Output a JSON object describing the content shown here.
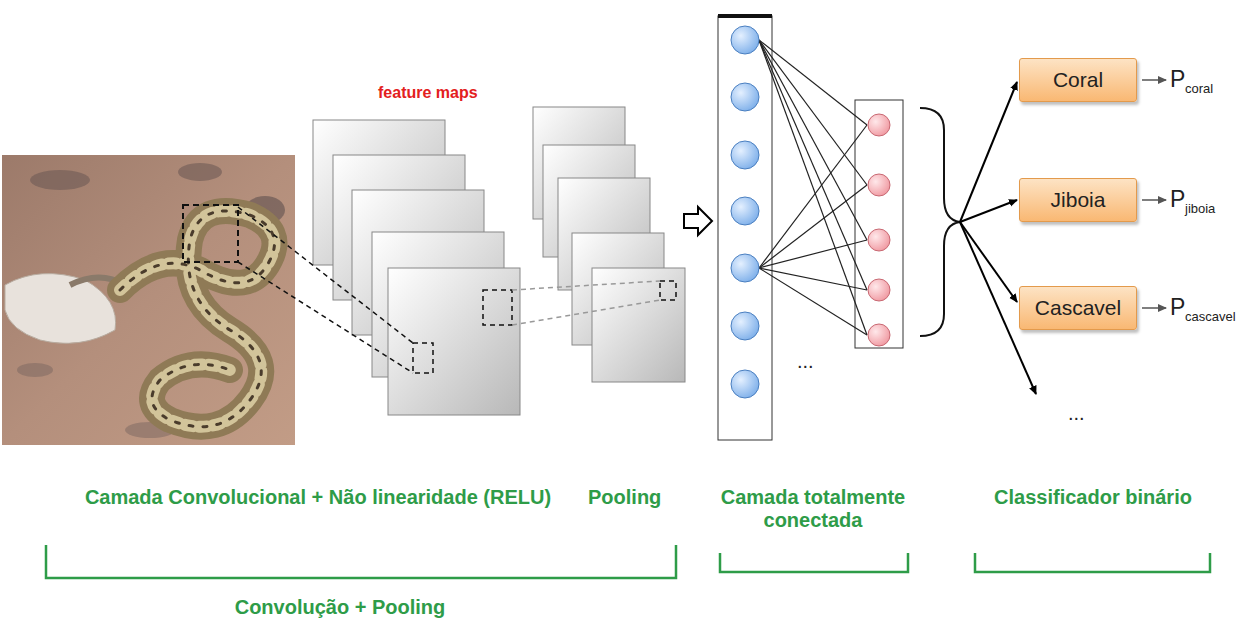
{
  "diagram": {
    "nodes": [
      {
        "text": [
          "Coral"
        ]
      },
      {
        "text": [
          "Jiboia"
        ]
      },
      {
        "text": [
          "Cascavel"
        ]
      }
    ],
    "labels": [
      "feature maps",
      "...",
      "...",
      "P",
      "coral",
      "P",
      "jiboia",
      "P",
      "cascavel",
      "Camada Convolucional + Não linearidade (RELU)",
      "Pooling",
      "Camada totalmente conectada",
      "Classificador binário",
      "Convolução + Pooling"
    ]
  }
}
